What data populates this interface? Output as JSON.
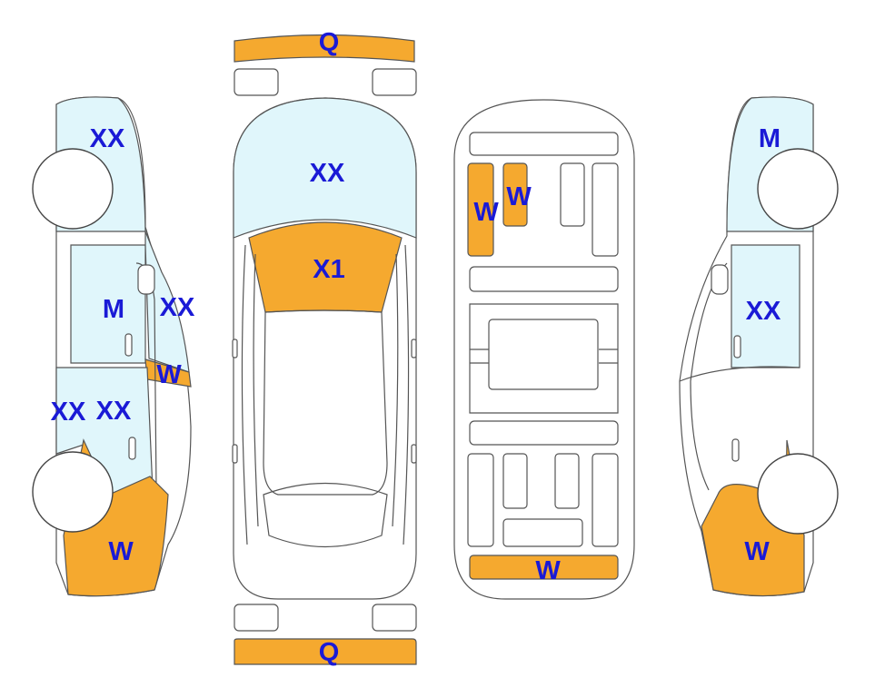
{
  "colors": {
    "replaced": "#f5a92f",
    "repaired": "#e0f6fb",
    "label": "#1a1ad6",
    "outline": "#555555"
  },
  "labels": {
    "front_bumper": "Q",
    "rear_bumper": "Q",
    "hood": "XX",
    "roof_front": "X1",
    "floor_left_rail": "W",
    "floor_left_inner": "W",
    "floor_rear_panel": "W",
    "left_front_fender": "XX",
    "left_front_door": "M",
    "left_a_pillar": "XX",
    "left_b_pillar": "W",
    "left_rear_door_a": "XX",
    "left_rear_door_b": "XX",
    "left_quarter": "W",
    "right_front_fender": "M",
    "right_front_door": "XX",
    "right_quarter": "W"
  }
}
